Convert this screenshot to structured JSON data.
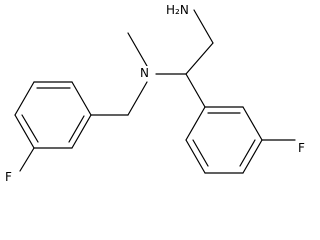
{
  "atoms": {
    "amine": "H₂N",
    "nitrogen": "N",
    "fluorine_left": "F",
    "fluorine_right": "F"
  },
  "colors": {
    "bond": "#000000",
    "background": "#ffffff"
  }
}
